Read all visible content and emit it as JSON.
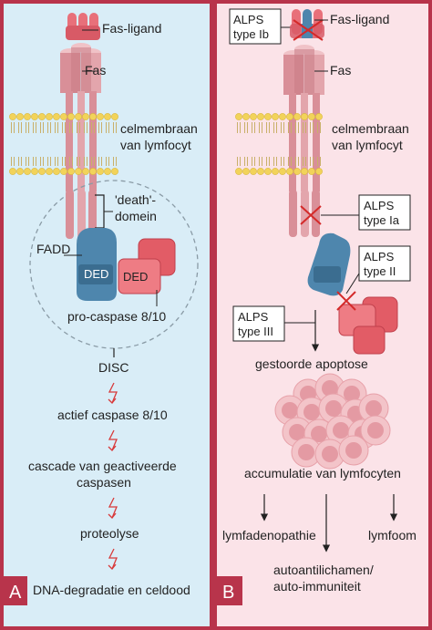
{
  "panelA": {
    "letter": "A",
    "fas_ligand": "Fas-ligand",
    "fas": "Fas",
    "membrane_line1": "celmembraan",
    "membrane_line2": "van lymfocyt",
    "death_line1": "'death'-",
    "death_line2": "domein",
    "fadd": "FADD",
    "ded_left": "DED",
    "ded_right": "DED",
    "procaspase": "pro-caspase 8/10",
    "disc": "DISC",
    "actief": "actief caspase 8/10",
    "cascade_line1": "cascade van geactiveerde",
    "cascade_line2": "caspasen",
    "proteolyse": "proteolyse",
    "dna": "DNA-degradatie en celdood"
  },
  "panelB": {
    "letter": "B",
    "fas_ligand": "Fas-ligand",
    "fas": "Fas",
    "membrane_line1": "celmembraan",
    "membrane_line2": "van lymfocyt",
    "alps_ib_line1": "ALPS",
    "alps_ib_line2": "type Ib",
    "alps_ia_line1": "ALPS",
    "alps_ia_line2": "type Ia",
    "alps_ii_line1": "ALPS",
    "alps_ii_line2": "type II",
    "alps_iii_line1": "ALPS",
    "alps_iii_line2": "type III",
    "gestoorde": "gestoorde apoptose",
    "accumulatie": "accumulatie van lymfocyten",
    "lymfadenopathie": "lymfadenopathie",
    "lymfoom": "lymfoom",
    "auto_line1": "autoantilichamen/",
    "auto_line2": "auto-immuniteit"
  },
  "colors": {
    "frame": "#b8344b",
    "panel_a_bg": "#d9edf7",
    "panel_b_bg": "#fbe3e8",
    "ligand": "#e8707a",
    "fas_receptor": "#d98f98",
    "fadd_blue": "#4e86ad",
    "ded_red": "#e25c66",
    "membrane_head": "#f2d35a",
    "lightning": "#d83a3a"
  }
}
